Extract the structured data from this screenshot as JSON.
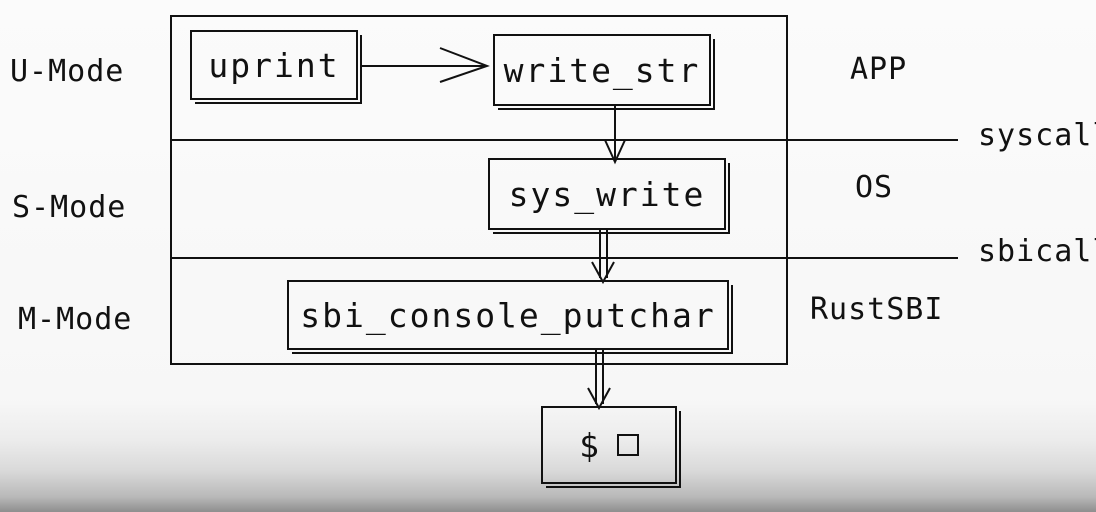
{
  "modes": {
    "u": "U-Mode",
    "s": "S-Mode",
    "m": "M-Mode"
  },
  "layers": {
    "app": "APP",
    "os": "OS",
    "sbi": "RustSBI"
  },
  "boundaries": {
    "syscall": "syscall",
    "sbicall": "sbicall"
  },
  "boxes": {
    "uprint": "uprint",
    "write_str": "write_str",
    "sys_write": "sys_write",
    "sbi_console_putchar": "sbi_console_putchar",
    "terminal": "$"
  }
}
